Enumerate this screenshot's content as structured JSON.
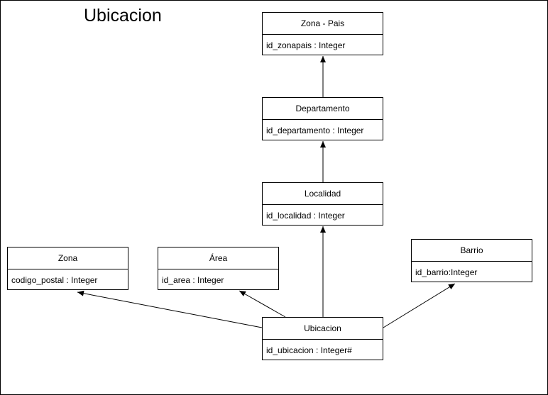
{
  "diagram": {
    "title": "Ubicacion",
    "classes": [
      {
        "id": "zona_pais",
        "name": "Zona - Pais",
        "attribute": "id_zonapais : Integer"
      },
      {
        "id": "departamento",
        "name": "Departamento",
        "attribute": "id_departamento : Integer"
      },
      {
        "id": "localidad",
        "name": "Localidad",
        "attribute": "id_localidad : Integer"
      },
      {
        "id": "zona",
        "name": "Zona",
        "attribute": "codigo_postal : Integer"
      },
      {
        "id": "area",
        "name": "Área",
        "attribute": "id_area : Integer"
      },
      {
        "id": "barrio",
        "name": "Barrio",
        "attribute": "id_barrio:Integer"
      },
      {
        "id": "ubicacion",
        "name": "Ubicacion",
        "attribute": "id_ubicacion : Integer#"
      }
    ],
    "associations": [
      {
        "from": "departamento",
        "to": "zona_pais"
      },
      {
        "from": "localidad",
        "to": "departamento"
      },
      {
        "from": "ubicacion",
        "to": "localidad"
      },
      {
        "from": "ubicacion",
        "to": "zona"
      },
      {
        "from": "ubicacion",
        "to": "area"
      },
      {
        "from": "ubicacion",
        "to": "barrio"
      }
    ],
    "line_color": "#000000"
  }
}
